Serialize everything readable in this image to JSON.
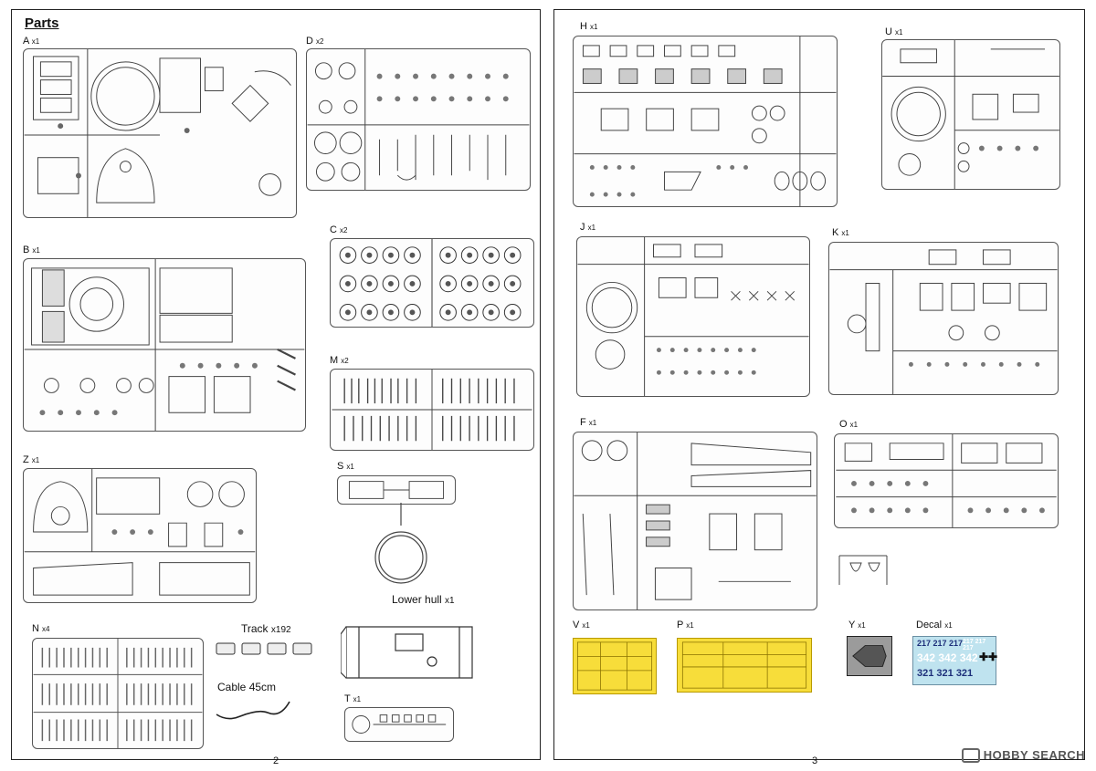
{
  "page_left": {
    "title": "Parts",
    "page_number": "2"
  },
  "page_right": {
    "page_number": "3"
  },
  "sprues": {
    "A": "x1",
    "D": "x2",
    "B": "x1",
    "C": "x2",
    "M": "x2",
    "Z": "x1",
    "S": "x1",
    "N": "x4",
    "T": "x1",
    "H": "x1",
    "U": "x1",
    "J": "x1",
    "K": "x1",
    "F": "x1",
    "O": "x1"
  },
  "items": {
    "track_name": "Track",
    "track_qty": "x192",
    "cable": "Cable 45cm",
    "lower_hull_name": "Lower hull",
    "lower_hull_qty": "x1",
    "v_name": "V",
    "v_qty": "x1",
    "p_name": "P",
    "p_qty": "x1",
    "y_name": "Y",
    "y_qty": "x1",
    "decal_name": "Decal",
    "decal_qty": "x1"
  },
  "decal_text": {
    "row1": "217 217 217",
    "row1b": "217 217 217",
    "row2": "342 342 342",
    "row3": "321 321 321"
  },
  "watermark": "HOBBY SEARCH",
  "colors": {
    "etch": "#f7dd3a",
    "decal": "#bfe3ef",
    "steel_etch": "#9b9b9b"
  }
}
